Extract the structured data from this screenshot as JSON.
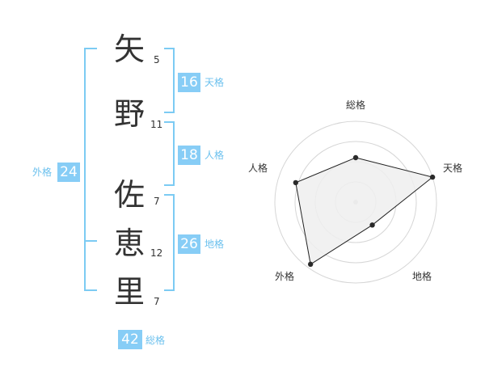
{
  "name": {
    "chars": [
      {
        "char": "矢",
        "strokes": "5"
      },
      {
        "char": "野",
        "strokes": "11"
      },
      {
        "char": "佐",
        "strokes": "7"
      },
      {
        "char": "恵",
        "strokes": "12"
      },
      {
        "char": "里",
        "strokes": "7"
      }
    ]
  },
  "fortunes": {
    "tenkaku": {
      "value": "16",
      "label": "天格"
    },
    "jinkaku": {
      "value": "18",
      "label": "人格"
    },
    "chikaku": {
      "value": "26",
      "label": "地格"
    },
    "gaikaku": {
      "value": "24",
      "label": "外格"
    },
    "soukaku": {
      "value": "42",
      "label": "総格"
    }
  },
  "accent_color": "#87cdf6",
  "chart_data": {
    "type": "radar",
    "axes": [
      "総格",
      "天格",
      "地格",
      "外格",
      "人格"
    ],
    "values": [
      0.55,
      1.0,
      0.35,
      0.95,
      0.78
    ],
    "max": 1.0,
    "rings": 4,
    "fill": "#efefef",
    "line": "#222222"
  }
}
